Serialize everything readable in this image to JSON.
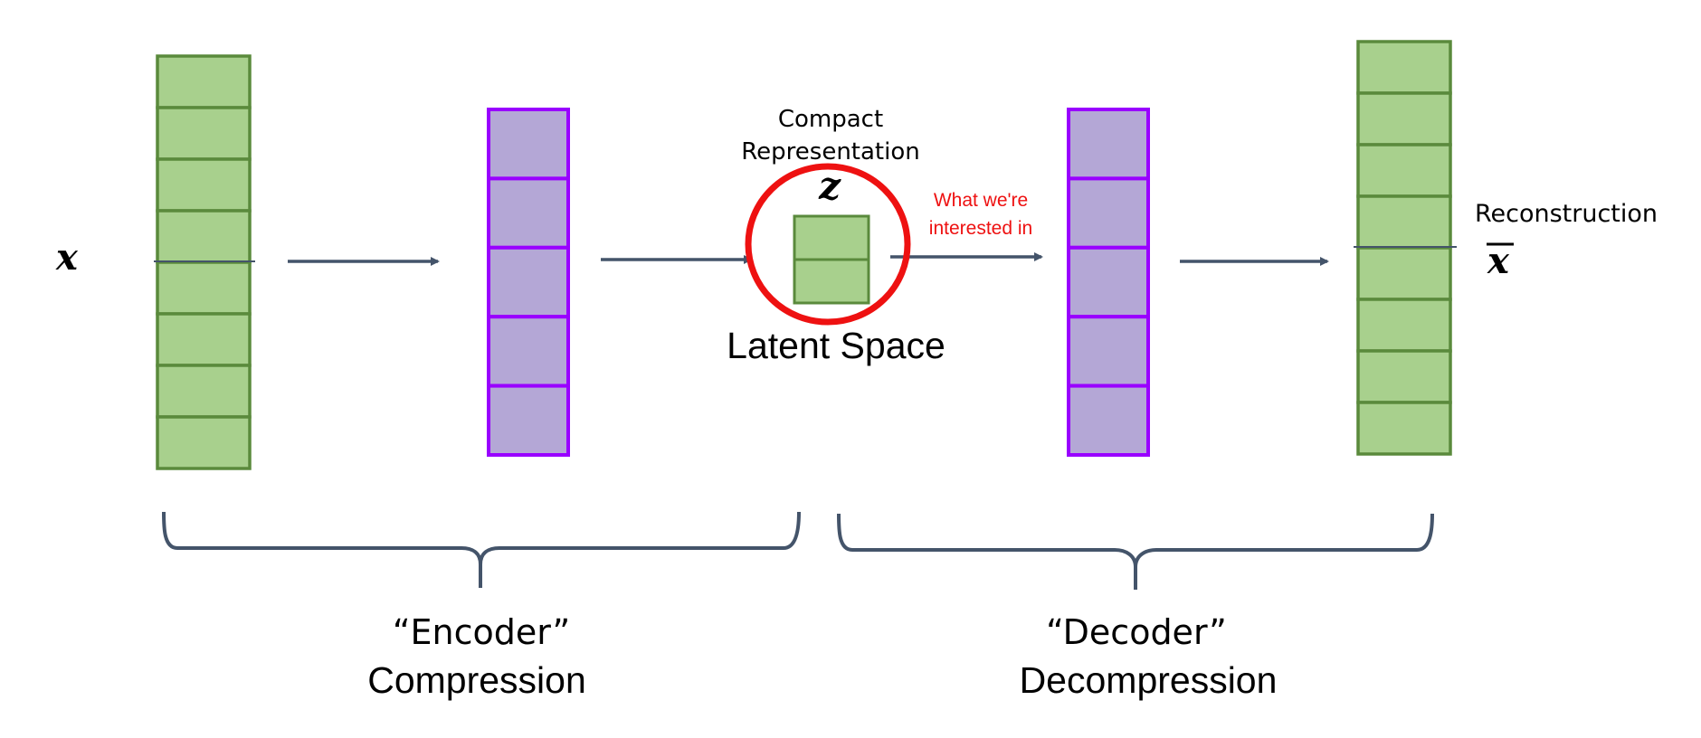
{
  "labels": {
    "input": "x",
    "latent_symbol": "z",
    "compact_line1": "Compact",
    "compact_line2": "Representation",
    "interest_line1": "What we're",
    "interest_line2": "interested in",
    "latent_space": "Latent Space",
    "reconstruction": "Reconstruction",
    "output": "x",
    "encoder_title": "“Encoder”",
    "encoder_subtitle": "Compression",
    "decoder_title": "“Decoder”",
    "decoder_subtitle": "Decompression"
  },
  "layers": [
    {
      "name": "input-layer",
      "cells": 8,
      "color": "green"
    },
    {
      "name": "encoder-hidden-layer",
      "cells": 5,
      "color": "purple"
    },
    {
      "name": "latent-layer",
      "cells": 2,
      "color": "green"
    },
    {
      "name": "decoder-hidden-layer",
      "cells": 5,
      "color": "purple"
    },
    {
      "name": "output-layer",
      "cells": 8,
      "color": "green"
    }
  ],
  "colors": {
    "green_fill": "#a8d08d",
    "green_stroke": "#5a8a3c",
    "purple_fill": "#b4a7d6",
    "purple_stroke": "#9900ff",
    "arrow": "#44546a",
    "brace": "#44546a",
    "highlight": "#ee1111",
    "text": "#000000"
  }
}
